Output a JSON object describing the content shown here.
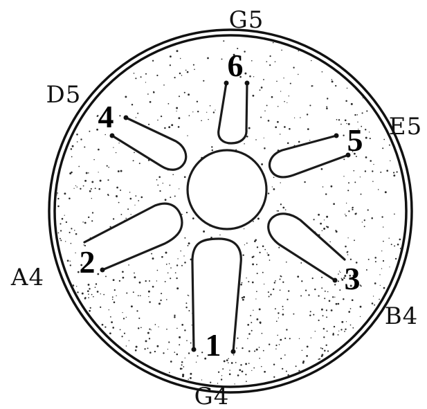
{
  "drum": {
    "tongues": [
      {
        "number": "1",
        "note": "G4"
      },
      {
        "number": "2",
        "note": "A4"
      },
      {
        "number": "3",
        "note": "B4"
      },
      {
        "number": "4",
        "note": "D5"
      },
      {
        "number": "5",
        "note": "E5"
      },
      {
        "number": "6",
        "note": "G5"
      }
    ]
  }
}
